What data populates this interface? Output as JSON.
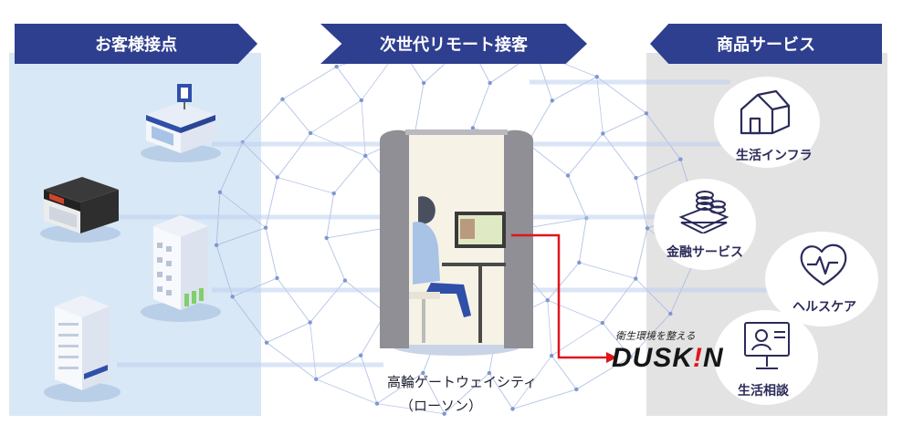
{
  "banners": {
    "left": "お客様接点",
    "center": "次世代リモート接客",
    "right": "商品サービス"
  },
  "booth": {
    "location": "高輪ゲートウェイシティ",
    "operator": "（ローソン）"
  },
  "partner": {
    "tagline": "衛生環境を整える",
    "logo_prefix": "DUSK",
    "logo_mark": "!",
    "logo_suffix": "N"
  },
  "services": [
    {
      "label": "生活インフラ",
      "icon": "house-icon"
    },
    {
      "label": "金融サービス",
      "icon": "coins-money-icon"
    },
    {
      "label": "ヘルスケア",
      "icon": "heart-pulse-icon"
    },
    {
      "label": "生活相談",
      "icon": "video-call-icon"
    }
  ],
  "colors": {
    "banner": "#2f3f8f",
    "left_panel": "#d9e8f6",
    "right_panel": "#e3e3e3",
    "arrow": "#e0151b",
    "network": "#8fa6d8"
  }
}
